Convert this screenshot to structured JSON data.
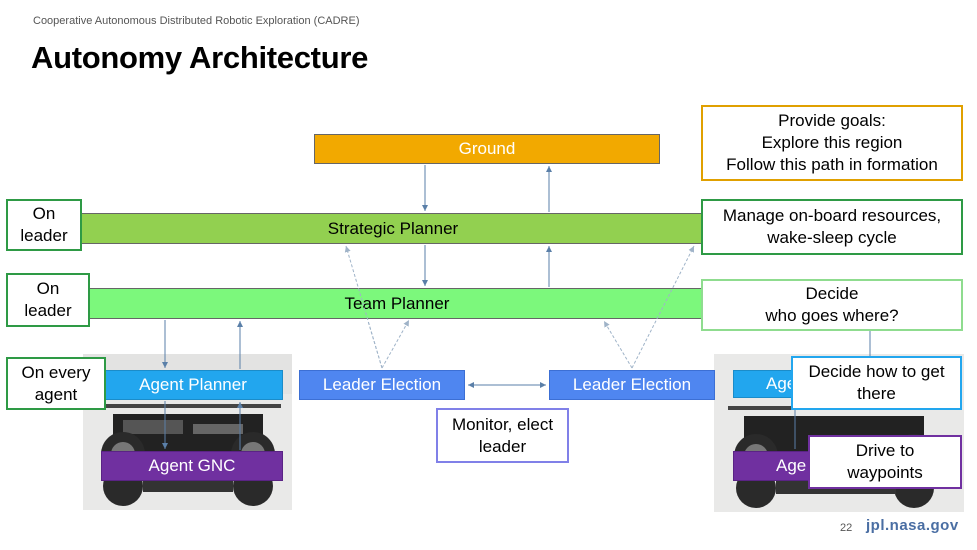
{
  "header": {
    "subtitle": "Cooperative Autonomous Distributed Robotic Exploration (CADRE)",
    "title": "Autonomy Architecture"
  },
  "blocks": {
    "ground": "Ground",
    "strategic_planner": "Strategic Planner",
    "team_planner": "Team Planner",
    "agent_planner_left": "Agent Planner",
    "agent_gnc_left": "Agent GNC",
    "leader_election_left": "Leader Election",
    "leader_election_right": "Leader Election",
    "agent_planner_right_partial": "Age",
    "agent_gnc_right_partial": "Age"
  },
  "left_labels": {
    "strategic": [
      "On",
      "leader"
    ],
    "team": [
      "On",
      "leader"
    ],
    "agent": [
      "On every",
      "agent"
    ]
  },
  "right_callouts": {
    "ground": [
      "Provide goals:",
      "Explore this region",
      "Follow this path in formation"
    ],
    "strategic": [
      "Manage on-board resources,",
      "wake-sleep cycle"
    ],
    "team": [
      "Decide",
      "who goes where?"
    ],
    "agent_planner": [
      "Decide how to get",
      "there"
    ],
    "agent_gnc": [
      "Drive to",
      "waypoints"
    ]
  },
  "monitor_callout": [
    "Monitor, elect",
    "leader"
  ],
  "footer": {
    "page_number": "22",
    "url": "jpl.nasa.gov"
  },
  "colors": {
    "ground": "#f2a900",
    "strategic_planner": "#92d050",
    "team_planner": "#7cf87c",
    "agent_planner": "#22a6ee",
    "agent_gnc": "#7030a0",
    "leader_election": "#4f86f0"
  }
}
